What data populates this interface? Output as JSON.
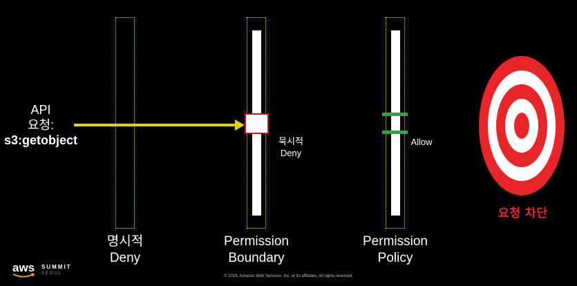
{
  "api_request": {
    "line1": "API",
    "line2": "요청:",
    "command": "s3:getobject"
  },
  "columns": {
    "explicit_deny": {
      "line1": "명시적",
      "line2": "Deny"
    },
    "permission_boundary": {
      "line1": "Permission",
      "line2": "Boundary",
      "annotation_line1": "묵시적",
      "annotation_line2": "Deny"
    },
    "permission_policy": {
      "line1": "Permission",
      "line2": "Policy",
      "annotation": "Allow"
    }
  },
  "result": {
    "label": "요청 차단"
  },
  "footer": {
    "brand": "aws",
    "event": "SUMMIT",
    "city": "SEOUL",
    "copyright": "© 2019, Amazon Web Services, Inc. or its affiliates. All rights reserved."
  },
  "colors": {
    "arrow": "#e2d400",
    "frame_border": "#d6d24a",
    "deny_box_border": "#c0191c",
    "allow_marker": "#27a844",
    "target_red": "#e8262a",
    "blocked_text": "#e8262a"
  }
}
